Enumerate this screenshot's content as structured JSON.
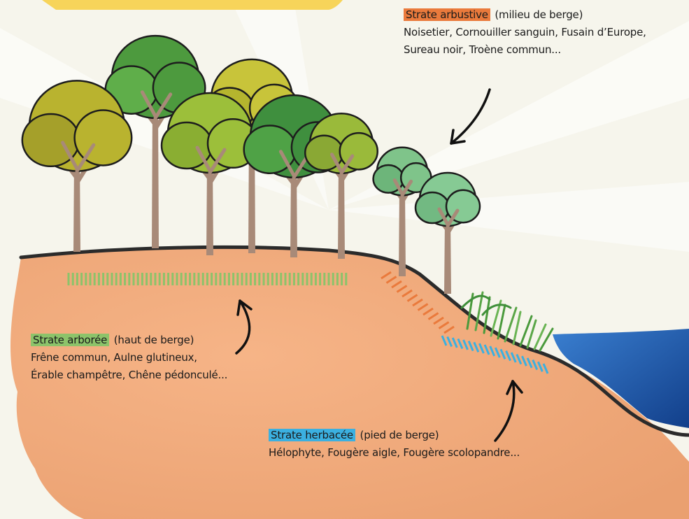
{
  "strates": {
    "arbustive": {
      "tag": "Strate arbustive",
      "qualifier": "(milieu de berge)",
      "line1": "Noisetier, Cornouiller sanguin, Fusain d’Europe,",
      "line2": "Sureau noir, Troène commun..."
    },
    "arboree": {
      "tag": "Strate arborée",
      "qualifier": "(haut de berge)",
      "line1": "Frêne commun, Aulne glutineux,",
      "line2": "Érable champêtre, Chêne pédonculé..."
    },
    "herbacee": {
      "tag": "Strate herbacée",
      "qualifier": "(pied de berge)",
      "line1": "Hélophyte, Fougère aigle, Fougère scolopandre..."
    }
  },
  "colors": {
    "arbustive": "#ea7a3c",
    "arboree": "#8cc36a",
    "herbacee": "#3bb0e0",
    "soil": "#f0a878",
    "water": "#1f5fae",
    "trunk": "#a88a78"
  }
}
